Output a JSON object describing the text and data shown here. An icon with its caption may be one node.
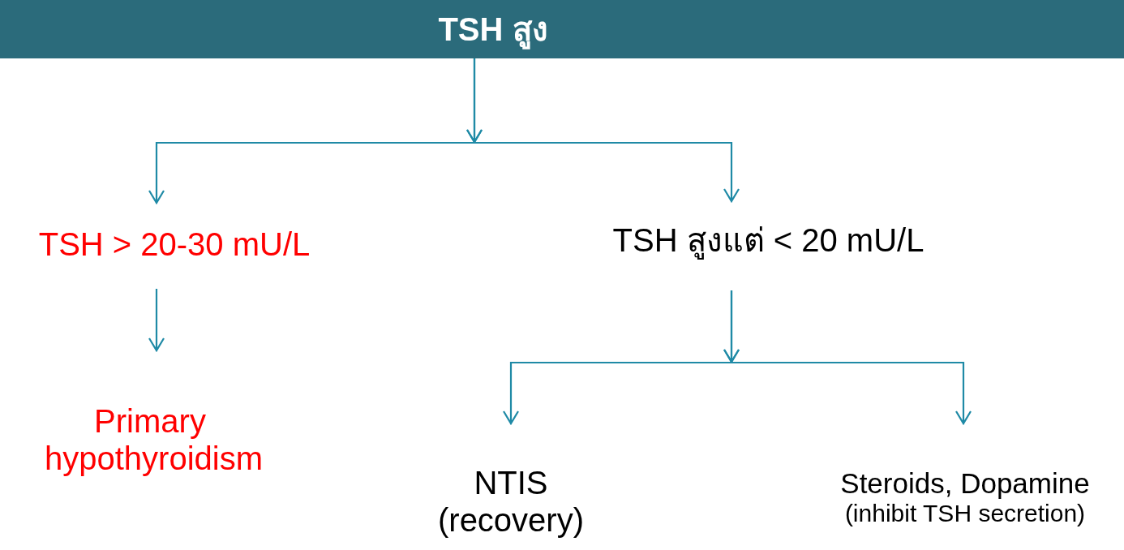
{
  "diagram": {
    "nodes": [
      {
        "text": [
          "TSH สูง"
        ]
      },
      {
        "text": [
          "TSH > 20-30 mU/L"
        ]
      },
      {
        "text": [
          "TSH สูงแต่ < 20 mU/L"
        ]
      },
      {
        "text": [
          "Primary hypothyroidism"
        ]
      },
      {
        "text": [
          "NTIS (recovery)"
        ]
      },
      {
        "text": [
          "Steroids, Dopamine",
          "(inhibit TSH secretion)"
        ]
      }
    ],
    "edges": [
      {
        "from": 0,
        "to": 1,
        "arrow": "to"
      },
      {
        "from": 0,
        "to": 2,
        "arrow": "to"
      },
      {
        "from": 1,
        "to": 3,
        "arrow": "to"
      },
      {
        "from": 2,
        "to": 4,
        "arrow": "to"
      },
      {
        "from": 2,
        "to": 5,
        "arrow": "to"
      }
    ]
  }
}
